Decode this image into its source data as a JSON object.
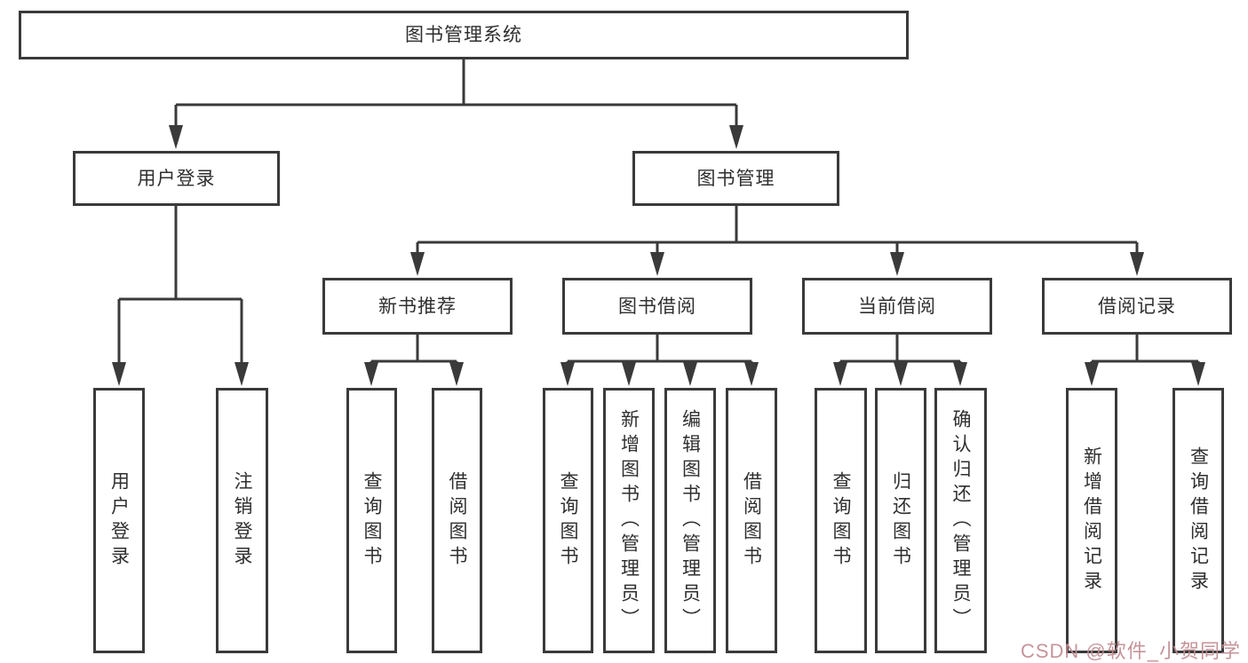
{
  "diagram": {
    "root": "图书管理系统",
    "level1": [
      "用户登录",
      "图书管理"
    ],
    "level2": [
      "新书推荐",
      "图书借阅",
      "当前借阅",
      "借阅记录"
    ],
    "leaves_user_login": [
      "用户登录",
      "注销登录"
    ],
    "leaves_new_books": [
      "查询图书",
      "借阅图书"
    ],
    "leaves_book_borrowing": [
      "查询图书",
      "新增图书（管理员）",
      "编辑图书（管理员）",
      "借阅图书"
    ],
    "leaves_current_borrowing": [
      "查询图书",
      "归还图书",
      "确认归还（管理员）"
    ],
    "leaves_borrowing_records": [
      "新增借阅记录",
      "查询借阅记录"
    ]
  },
  "watermark": "CSDN @软件_小贺同学",
  "colors": {
    "line": "#3a3a3a",
    "text": "#2f2f2f",
    "watermark": "#c18b92",
    "background": "#ffffff"
  }
}
